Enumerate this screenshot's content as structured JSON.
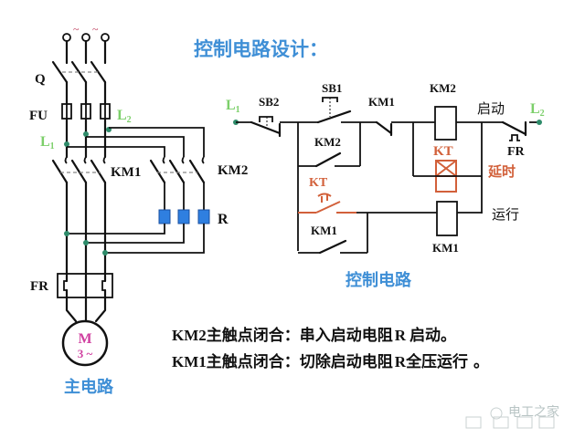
{
  "title": "控制电路设计：",
  "main_circuit": {
    "caption": "主电路",
    "supply_symbol": "~",
    "labels": {
      "q": "Q",
      "fu": "FU",
      "l1": "L",
      "l1_sub": "1",
      "l2": "L",
      "l2_sub": "2",
      "km1": "KM1",
      "km2": "KM2",
      "r": "R",
      "fr": "FR",
      "motor_m": "M",
      "motor_phase": "3 ~"
    }
  },
  "control_circuit": {
    "caption": "控制电路",
    "labels": {
      "l1": "L",
      "l1_sub": "1",
      "l2": "L",
      "l2_sub": "2",
      "sb2": "SB2",
      "sb1": "SB1",
      "km1_nc": "KM1",
      "km2_coil": "KM2",
      "km2_contact": "KM2",
      "kt_coil": "KT",
      "kt_contact": "KT",
      "km1_contact": "KM1",
      "km1_coil": "KM1",
      "fr": "FR",
      "start": "启动",
      "delay": "延时",
      "run": "运行"
    }
  },
  "description": {
    "line1_prefix": "KM2",
    "line1_text": "主触点闭合：串入启动电阻",
    "line1_r": "R",
    "line1_suffix": "启动。",
    "line2_prefix": "KM1",
    "line2_text": "主触点闭合：切除启动电阻",
    "line2_r": "R",
    "line2_suffix": "全压运行 。"
  },
  "watermark": {
    "text": "电工之家"
  },
  "colors": {
    "title_blue": "#3f8fd6",
    "label_green": "#7ccf6a",
    "kt_orange": "#d2603a",
    "resistor_blue": "#2f7fe0",
    "motor_magenta": "#d040a0",
    "junction_green": "#2e8b6a"
  }
}
